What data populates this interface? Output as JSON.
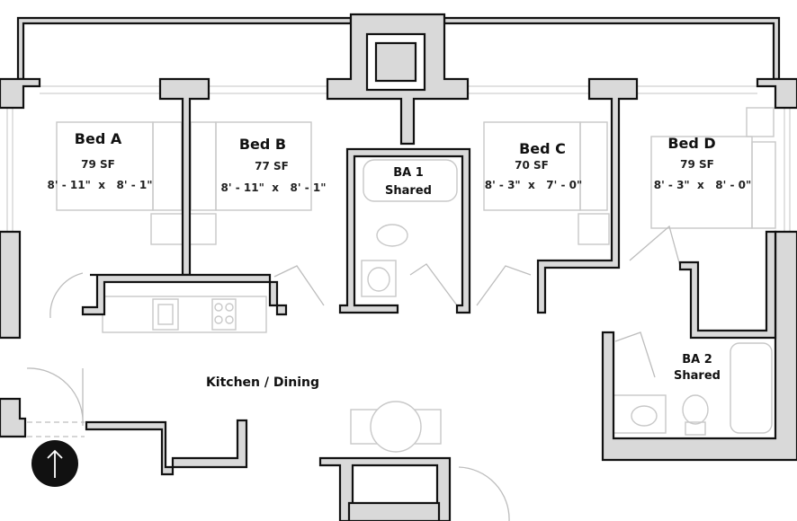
{
  "rooms": {
    "bed_a": {
      "name": "Bed A",
      "area": "79 SF",
      "dims": "8' - 11\"  x   8' - 1\""
    },
    "bed_b": {
      "name": "Bed B",
      "area": "77 SF",
      "dims": "8' - 11\"  x   8' - 1\""
    },
    "bed_c": {
      "name": "Bed C",
      "area": "70 SF",
      "dims": "8' - 3\"  x   7' - 0\""
    },
    "bed_d": {
      "name": "Bed D",
      "area": "79 SF",
      "dims": "8' - 3\"  x   8' - 0\""
    },
    "ba1": {
      "name": "BA 1",
      "type": "Shared"
    },
    "ba2": {
      "name": "BA 2",
      "type": "Shared"
    },
    "kitchen": {
      "name": "Kitchen / Dining"
    }
  },
  "north_arrow": {
    "icon": "north-arrow-icon",
    "color": "#111111"
  },
  "colors": {
    "wall_fill": "#d9d9d9",
    "wall_stroke": "#111111",
    "furniture": "#c8c8c8"
  }
}
